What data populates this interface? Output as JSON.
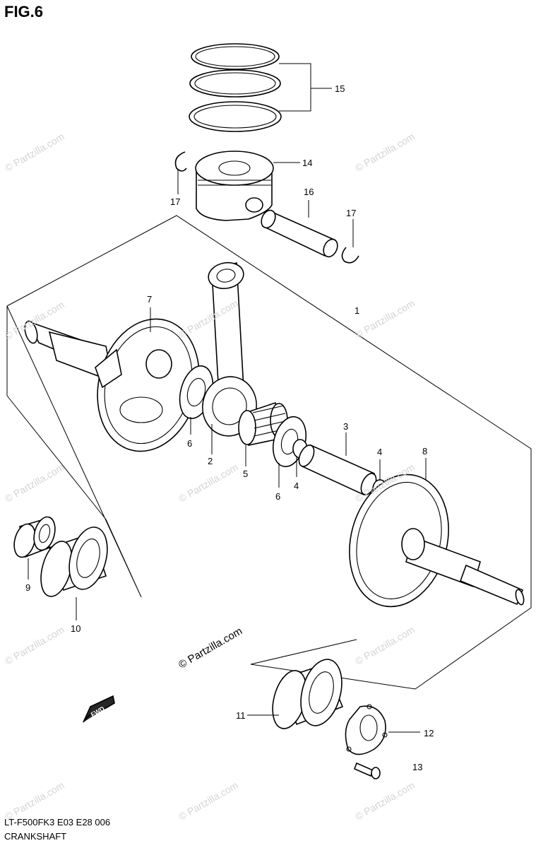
{
  "figure": {
    "title": "FIG.6",
    "model_code": "LT-F500FK3 E03 E28  006",
    "part_group": "CRANKSHAFT"
  },
  "watermarks": {
    "text": "© Partzilla.com",
    "center_text": "© Partzilla.com",
    "color": "#d4d4d4"
  },
  "fwd_label": "FWD",
  "callouts": [
    {
      "number": "1"
    },
    {
      "number": "2"
    },
    {
      "number": "3"
    },
    {
      "number": "4"
    },
    {
      "number": "4"
    },
    {
      "number": "5"
    },
    {
      "number": "6"
    },
    {
      "number": "6"
    },
    {
      "number": "7"
    },
    {
      "number": "8"
    },
    {
      "number": "9"
    },
    {
      "number": "10"
    },
    {
      "number": "11"
    },
    {
      "number": "12"
    },
    {
      "number": "13"
    },
    {
      "number": "14"
    },
    {
      "number": "15"
    },
    {
      "number": "16"
    },
    {
      "number": "17"
    },
    {
      "number": "17"
    }
  ],
  "parts": [
    {
      "number": "1",
      "icon": "crankshaft-assembly-icon"
    },
    {
      "number": "2",
      "icon": "connecting-rod-icon"
    },
    {
      "number": "3",
      "icon": "crank-pin-icon"
    },
    {
      "number": "4",
      "icon": "pin-spacer-icon"
    },
    {
      "number": "5",
      "icon": "needle-bearing-icon"
    },
    {
      "number": "6",
      "icon": "thrust-washer-icon"
    },
    {
      "number": "7",
      "icon": "left-crank-web-icon"
    },
    {
      "number": "8",
      "icon": "right-crank-web-icon"
    },
    {
      "number": "9",
      "icon": "small-bearing-icon"
    },
    {
      "number": "10",
      "icon": "ball-bearing-icon"
    },
    {
      "number": "11",
      "icon": "ball-bearing-icon"
    },
    {
      "number": "12",
      "icon": "bearing-retainer-icon"
    },
    {
      "number": "13",
      "icon": "screw-icon"
    },
    {
      "number": "14",
      "icon": "piston-icon"
    },
    {
      "number": "15",
      "icon": "piston-ring-set-icon"
    },
    {
      "number": "16",
      "icon": "piston-pin-icon"
    },
    {
      "number": "17",
      "icon": "circlip-icon"
    }
  ]
}
